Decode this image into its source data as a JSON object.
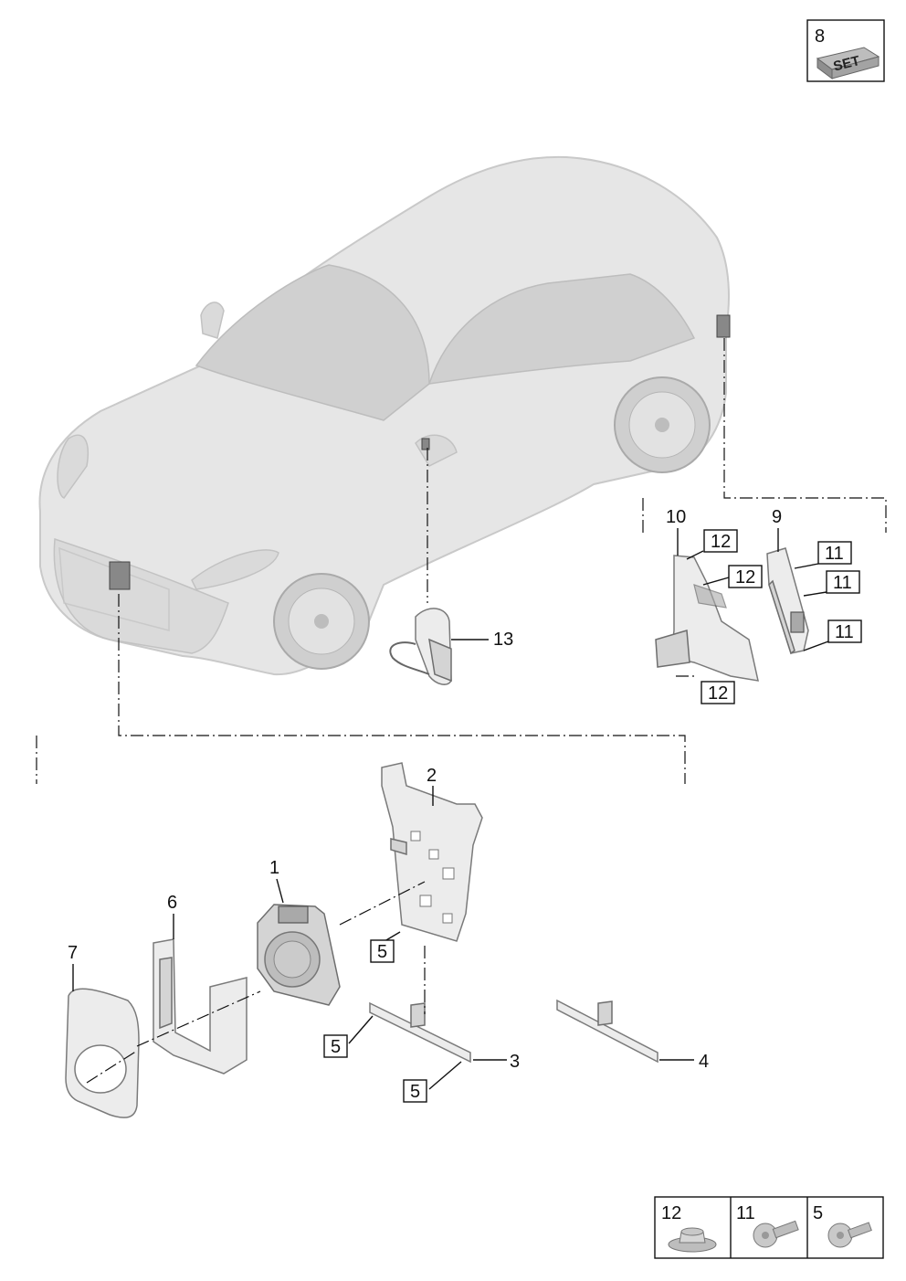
{
  "set_badge": {
    "number": "8",
    "text": "SET"
  },
  "callouts": {
    "p1": "1",
    "p2": "2",
    "p3": "3",
    "p4": "4",
    "p6": "6",
    "p7": "7",
    "p9": "9",
    "p10": "10",
    "p13": "13"
  },
  "boxed_refs": {
    "b12a": "12",
    "b12b": "12",
    "b12c": "12",
    "b11a": "11",
    "b11b": "11",
    "b11c": "11",
    "b5a": "5",
    "b5b": "5",
    "b5c": "5"
  },
  "fastener_legend": [
    {
      "number": "12",
      "icon": "nut-icon"
    },
    {
      "number": "11",
      "icon": "bolt-icon"
    },
    {
      "number": "5",
      "icon": "screw-icon"
    }
  ]
}
